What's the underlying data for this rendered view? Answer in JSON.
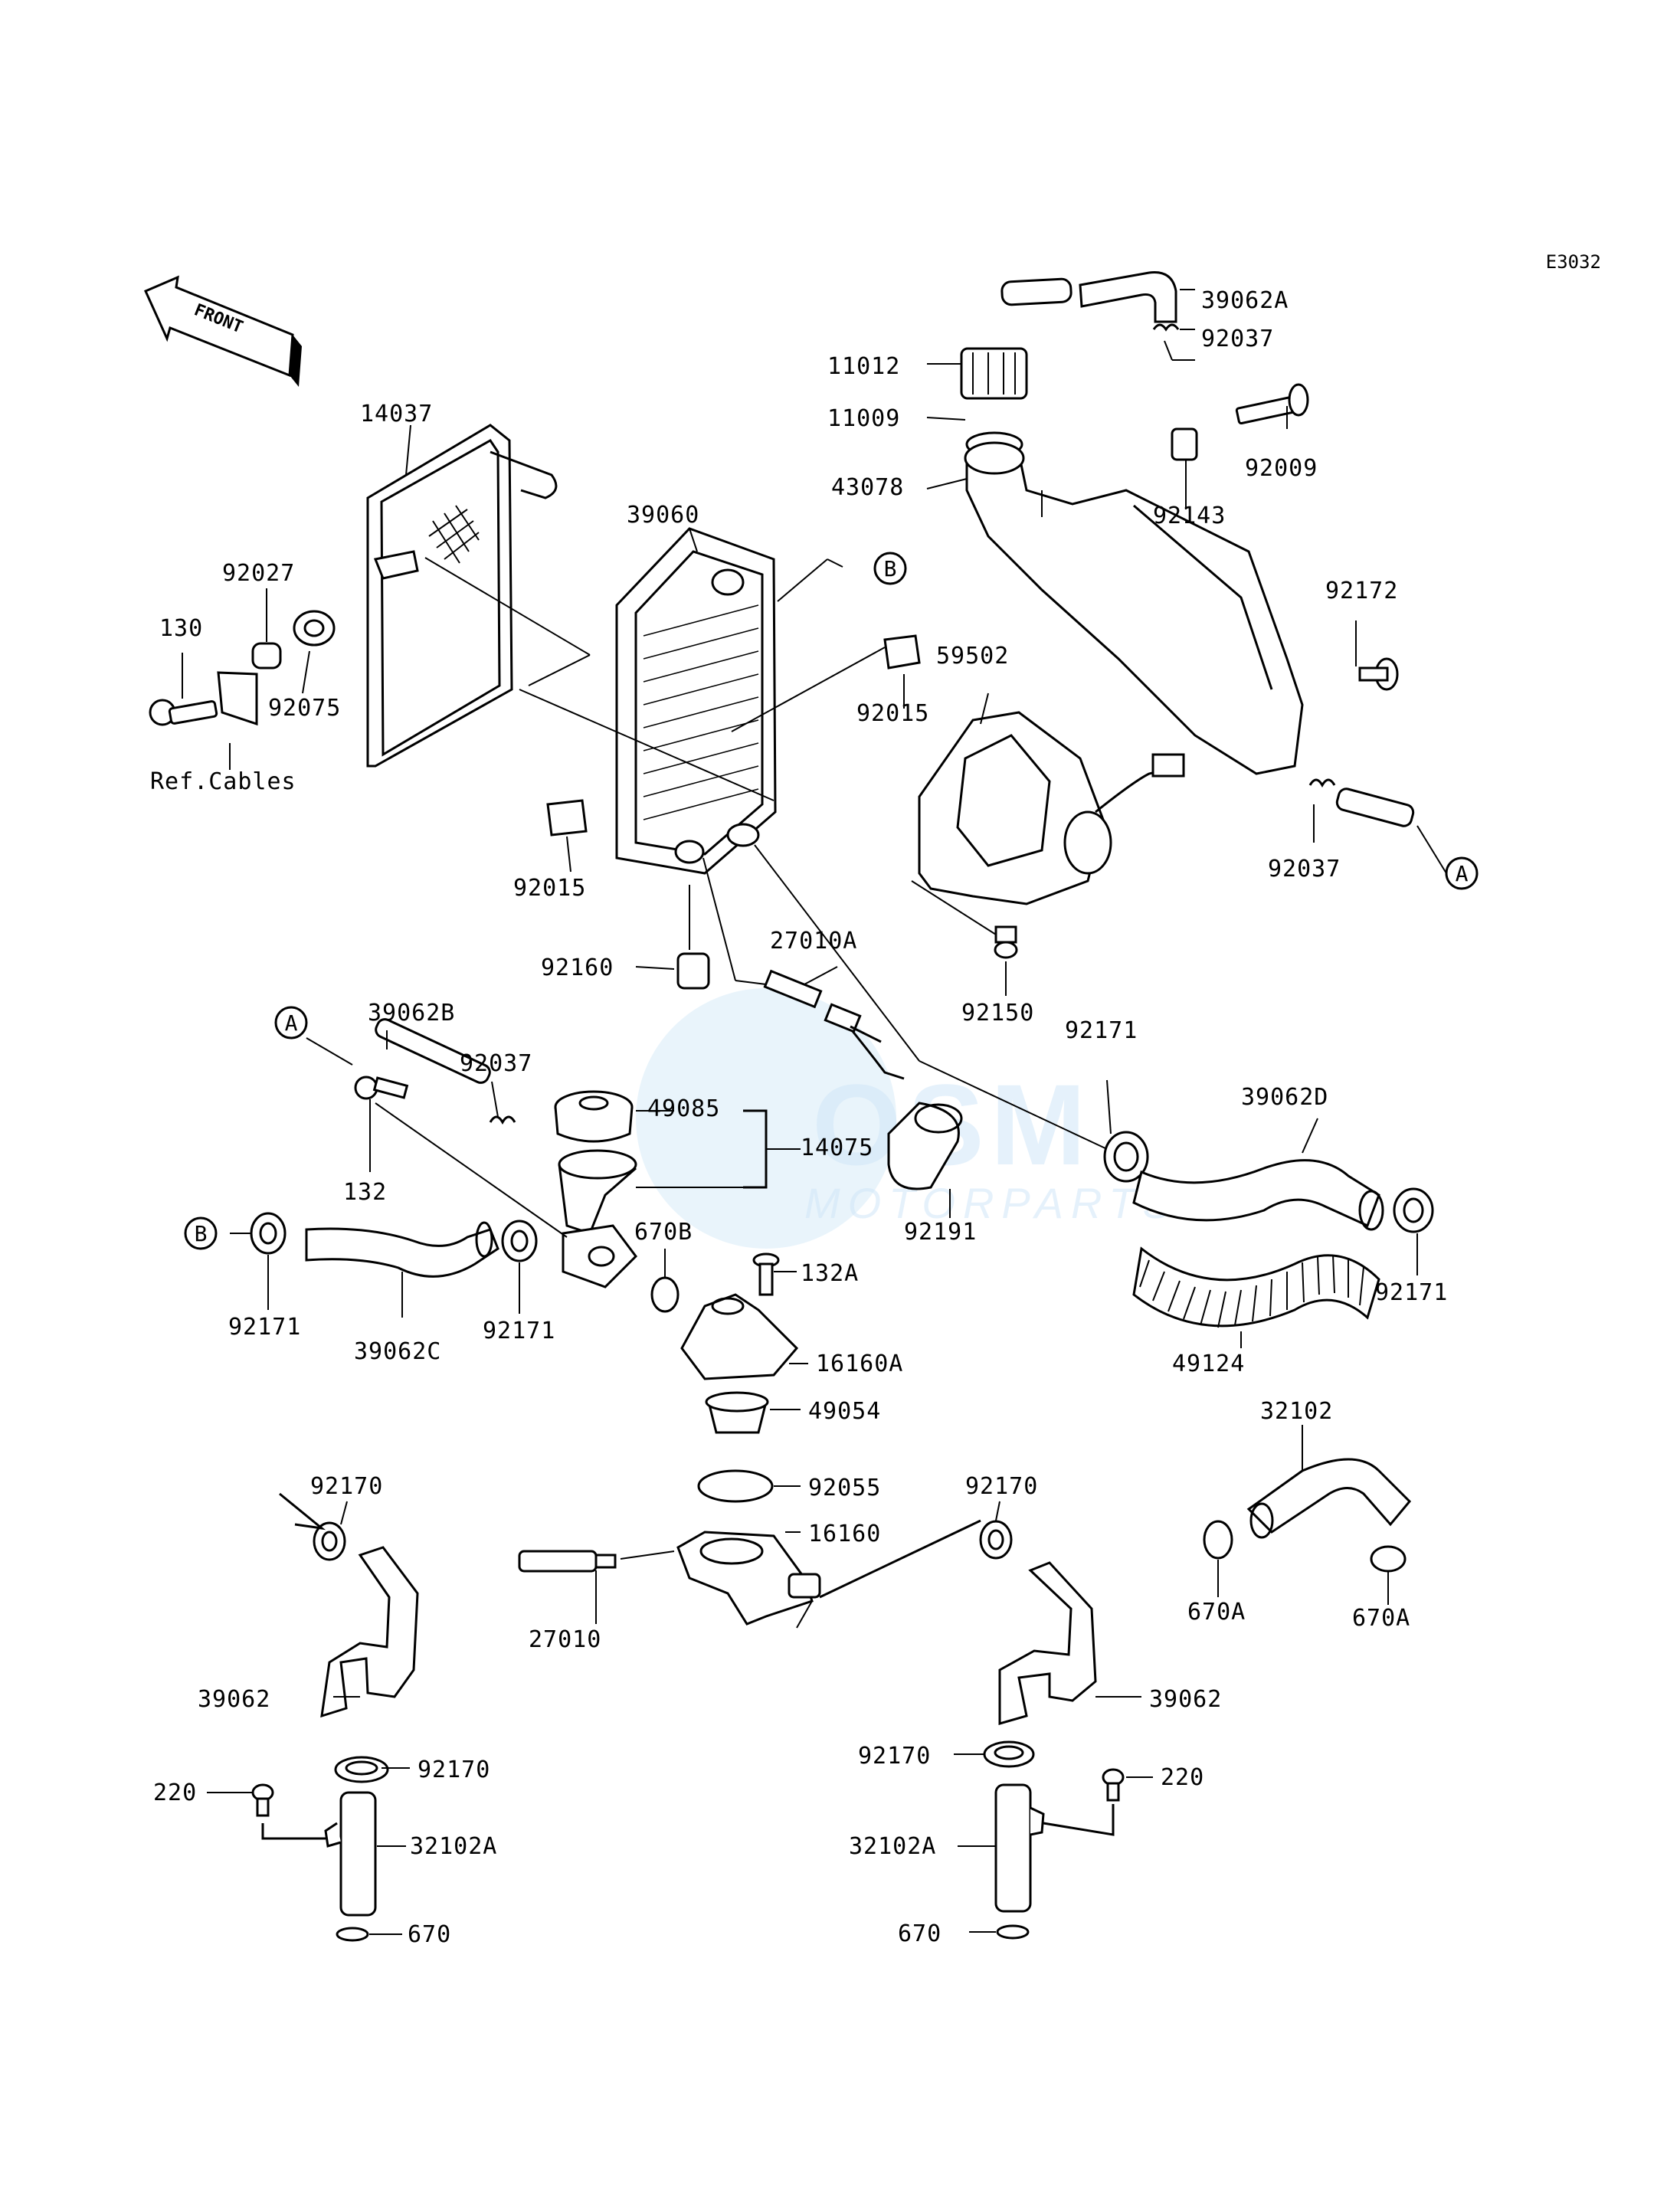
{
  "diagram_code": "E3032",
  "front_label": "FRONT",
  "watermark": {
    "brand": "OSM",
    "sub": "MOTORPARTS",
    "color": "#cfe6f7"
  },
  "callouts": {
    "a": "A",
    "b": "B"
  },
  "note": "Ref.Cables",
  "parts": {
    "p39062A": "39062A",
    "p92037_top": "92037",
    "p11012": "11012",
    "p11009": "11009",
    "p92009": "92009",
    "p43078": "43078",
    "p92143": "92143",
    "p92172": "92172",
    "p14037": "14037",
    "p39060": "39060",
    "p92027": "92027",
    "p130": "130",
    "p92075": "92075",
    "p92015_r": "92015",
    "p59502": "59502",
    "p92037_r": "92037",
    "p92015_l": "92015",
    "p92160": "92160",
    "p27010A": "27010A",
    "p92150": "92150",
    "p92171_a": "92171",
    "p39062B": "39062B",
    "p92037_l": "92037",
    "p49085": "49085",
    "p14075": "14075",
    "p132": "132",
    "p92191": "92191",
    "p39062D": "39062D",
    "p670B": "670B",
    "p132A": "132A",
    "p92171_b": "92171",
    "p39062C": "39062C",
    "p92171_c": "92171",
    "p16160A": "16160A",
    "p49124": "49124",
    "p92171_d": "92171",
    "p49054": "49054",
    "p32102": "32102",
    "p92170_l": "92170",
    "p92055": "92055",
    "p92170_r": "92170",
    "p16160": "16160",
    "p27010": "27010",
    "p670A_l": "670A",
    "p670A_r": "670A",
    "p39062_l": "39062",
    "p39062_r": "39062",
    "p92170_l2": "92170",
    "p220_l": "220",
    "p32102A_l": "32102A",
    "p92170_r2": "92170",
    "p220_r": "220",
    "p32102A_r": "32102A",
    "p670_l": "670",
    "p670_r": "670"
  }
}
